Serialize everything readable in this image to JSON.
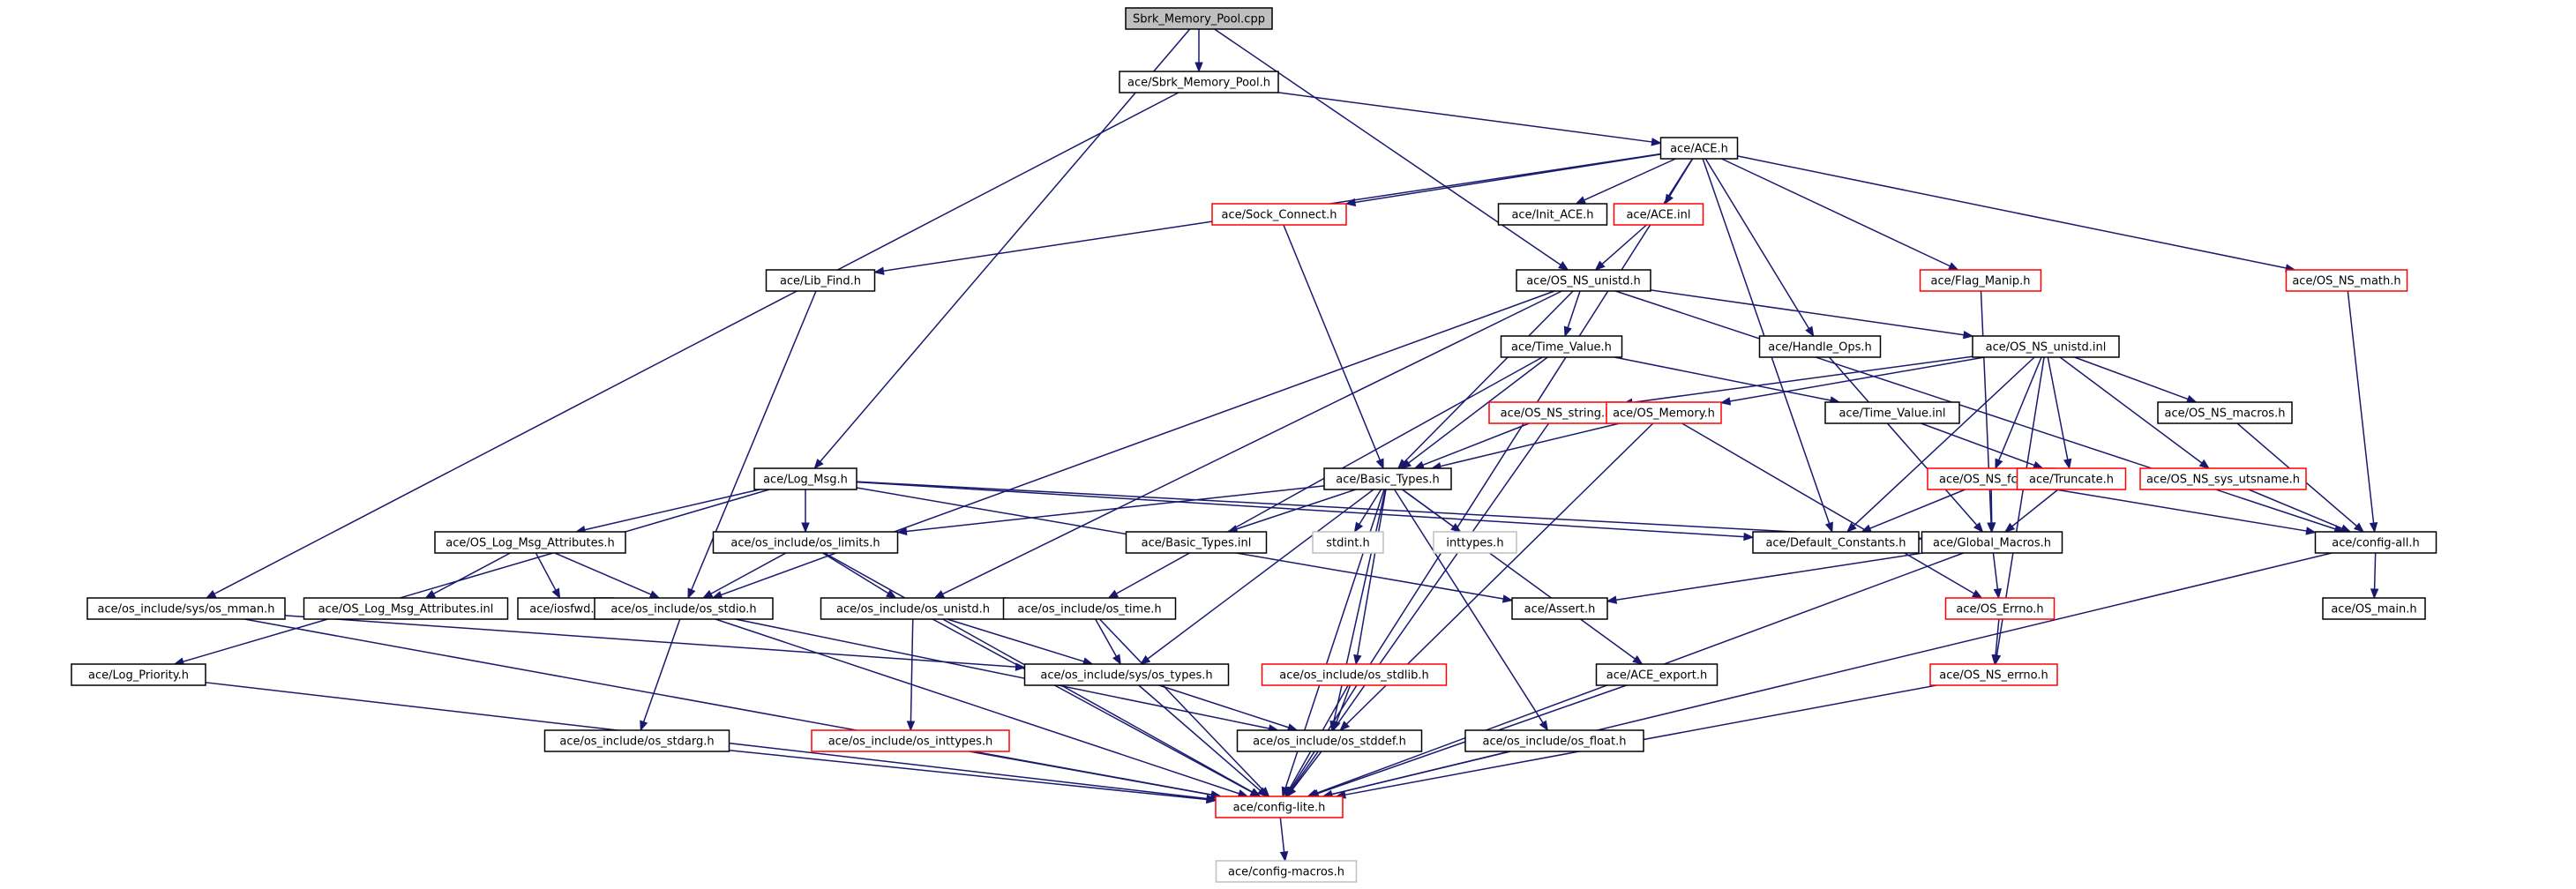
{
  "graph": {
    "colors": {
      "edge": "#191970",
      "root_fill": "#bfbfbf",
      "normal_border": "#000000",
      "red_border": "#ff0000",
      "grey_border": "#bfbfbf",
      "fill": "#ffffff"
    },
    "nodes": [
      {
        "id": "sbrk_cpp",
        "label": "Sbrk_Memory_Pool.cpp",
        "style": "root"
      },
      {
        "id": "sbrk_h",
        "label": "ace/Sbrk_Memory_Pool.h",
        "style": "normal"
      },
      {
        "id": "ace_h",
        "label": "ace/ACE.h",
        "style": "normal"
      },
      {
        "id": "sock_connect",
        "label": "ace/Sock_Connect.h",
        "style": "red"
      },
      {
        "id": "init_ace",
        "label": "ace/Init_ACE.h",
        "style": "normal"
      },
      {
        "id": "ace_inl",
        "label": "ace/ACE.inl",
        "style": "red"
      },
      {
        "id": "flag_manip",
        "label": "ace/Flag_Manip.h",
        "style": "red"
      },
      {
        "id": "os_ns_math",
        "label": "ace/OS_NS_math.h",
        "style": "red"
      },
      {
        "id": "lib_find",
        "label": "ace/Lib_Find.h",
        "style": "normal"
      },
      {
        "id": "os_ns_unistd_h",
        "label": "ace/OS_NS_unistd.h",
        "style": "normal"
      },
      {
        "id": "time_value_h",
        "label": "ace/Time_Value.h",
        "style": "normal"
      },
      {
        "id": "handle_ops",
        "label": "ace/Handle_Ops.h",
        "style": "normal"
      },
      {
        "id": "os_ns_unistd_inl",
        "label": "ace/OS_NS_unistd.inl",
        "style": "normal"
      },
      {
        "id": "os_ns_string",
        "label": "ace/OS_NS_string.h",
        "style": "red"
      },
      {
        "id": "os_memory",
        "label": "ace/OS_Memory.h",
        "style": "red"
      },
      {
        "id": "time_value_inl",
        "label": "ace/Time_Value.inl",
        "style": "normal"
      },
      {
        "id": "os_ns_macros",
        "label": "ace/OS_NS_macros.h",
        "style": "normal"
      },
      {
        "id": "log_msg",
        "label": "ace/Log_Msg.h",
        "style": "normal"
      },
      {
        "id": "basic_types_h",
        "label": "ace/Basic_Types.h",
        "style": "normal"
      },
      {
        "id": "os_ns_fcntl",
        "label": "ace/OS_NS_fcntl.h",
        "style": "red"
      },
      {
        "id": "truncate",
        "label": "ace/Truncate.h",
        "style": "red"
      },
      {
        "id": "os_ns_sys_utsname",
        "label": "ace/OS_NS_sys_utsname.h",
        "style": "red"
      },
      {
        "id": "os_log_msg_attr_h",
        "label": "ace/OS_Log_Msg_Attributes.h",
        "style": "normal"
      },
      {
        "id": "os_limits",
        "label": "ace/os_include/os_limits.h",
        "style": "normal"
      },
      {
        "id": "basic_types_inl",
        "label": "ace/Basic_Types.inl",
        "style": "normal"
      },
      {
        "id": "stdint",
        "label": "stdint.h",
        "style": "grey"
      },
      {
        "id": "inttypes",
        "label": "inttypes.h",
        "style": "grey"
      },
      {
        "id": "default_constants",
        "label": "ace/Default_Constants.h",
        "style": "normal"
      },
      {
        "id": "global_macros",
        "label": "ace/Global_Macros.h",
        "style": "normal"
      },
      {
        "id": "config_all",
        "label": "ace/config-all.h",
        "style": "normal"
      },
      {
        "id": "os_mman",
        "label": "ace/os_include/sys/os_mman.h",
        "style": "normal"
      },
      {
        "id": "os_log_msg_attr_inl",
        "label": "ace/OS_Log_Msg_Attributes.inl",
        "style": "normal"
      },
      {
        "id": "iosfwd",
        "label": "ace/iosfwd.h",
        "style": "normal"
      },
      {
        "id": "os_stdio",
        "label": "ace/os_include/os_stdio.h",
        "style": "normal"
      },
      {
        "id": "os_unistd",
        "label": "ace/os_include/os_unistd.h",
        "style": "normal"
      },
      {
        "id": "os_time",
        "label": "ace/os_include/os_time.h",
        "style": "normal"
      },
      {
        "id": "assert",
        "label": "ace/Assert.h",
        "style": "normal"
      },
      {
        "id": "os_errno",
        "label": "ace/OS_Errno.h",
        "style": "red"
      },
      {
        "id": "os_main",
        "label": "ace/OS_main.h",
        "style": "normal"
      },
      {
        "id": "log_priority",
        "label": "ace/Log_Priority.h",
        "style": "normal"
      },
      {
        "id": "os_types",
        "label": "ace/os_include/sys/os_types.h",
        "style": "normal"
      },
      {
        "id": "os_stdlib",
        "label": "ace/os_include/os_stdlib.h",
        "style": "red"
      },
      {
        "id": "ace_export",
        "label": "ace/ACE_export.h",
        "style": "normal"
      },
      {
        "id": "os_ns_errno",
        "label": "ace/OS_NS_errno.h",
        "style": "red"
      },
      {
        "id": "os_stdarg",
        "label": "ace/os_include/os_stdarg.h",
        "style": "normal"
      },
      {
        "id": "os_inttypes",
        "label": "ace/os_include/os_inttypes.h",
        "style": "red"
      },
      {
        "id": "os_stddef",
        "label": "ace/os_include/os_stddef.h",
        "style": "normal"
      },
      {
        "id": "os_float",
        "label": "ace/os_include/os_float.h",
        "style": "normal"
      },
      {
        "id": "config_lite",
        "label": "ace/config-lite.h",
        "style": "red"
      },
      {
        "id": "config_macros",
        "label": "ace/config-macros.h",
        "style": "grey"
      }
    ],
    "edges": [
      [
        "sbrk_cpp",
        "sbrk_h"
      ],
      [
        "sbrk_cpp",
        "log_msg"
      ],
      [
        "sbrk_cpp",
        "os_ns_unistd_h"
      ],
      [
        "sbrk_h",
        "ace_h"
      ],
      [
        "sbrk_h",
        "os_mman"
      ],
      [
        "ace_h",
        "sock_connect"
      ],
      [
        "ace_h",
        "init_ace"
      ],
      [
        "ace_h",
        "ace_inl"
      ],
      [
        "ace_h",
        "flag_manip"
      ],
      [
        "ace_h",
        "os_ns_math"
      ],
      [
        "ace_h",
        "lib_find"
      ],
      [
        "ace_h",
        "handle_ops"
      ],
      [
        "ace_h",
        "default_constants"
      ],
      [
        "ace_h",
        "config_lite"
      ],
      [
        "ace_inl",
        "os_ns_unistd_h"
      ],
      [
        "sock_connect",
        "basic_types_h"
      ],
      [
        "flag_manip",
        "global_macros"
      ],
      [
        "os_ns_math",
        "config_all"
      ],
      [
        "lib_find",
        "os_stdio"
      ],
      [
        "os_ns_unistd_h",
        "time_value_h"
      ],
      [
        "os_ns_unistd_h",
        "os_ns_unistd_inl"
      ],
      [
        "os_ns_unistd_h",
        "basic_types_h"
      ],
      [
        "os_ns_unistd_h",
        "os_stdio"
      ],
      [
        "os_ns_unistd_h",
        "os_unistd"
      ],
      [
        "os_ns_unistd_h",
        "config_all"
      ],
      [
        "handle_ops",
        "global_macros"
      ],
      [
        "time_value_h",
        "time_value_inl"
      ],
      [
        "time_value_h",
        "basic_types_h"
      ],
      [
        "time_value_h",
        "os_time"
      ],
      [
        "os_ns_unistd_inl",
        "os_ns_string"
      ],
      [
        "os_ns_unistd_inl",
        "os_memory"
      ],
      [
        "os_ns_unistd_inl",
        "os_ns_macros"
      ],
      [
        "os_ns_unistd_inl",
        "os_ns_fcntl"
      ],
      [
        "os_ns_unistd_inl",
        "truncate"
      ],
      [
        "os_ns_unistd_inl",
        "os_ns_sys_utsname"
      ],
      [
        "os_ns_unistd_inl",
        "default_constants"
      ],
      [
        "os_ns_unistd_inl",
        "os_ns_errno"
      ],
      [
        "time_value_inl",
        "truncate"
      ],
      [
        "os_ns_string",
        "basic_types_h"
      ],
      [
        "os_ns_string",
        "config_lite"
      ],
      [
        "os_memory",
        "basic_types_h"
      ],
      [
        "os_memory",
        "os_errno"
      ],
      [
        "os_memory",
        "os_stddef"
      ],
      [
        "os_ns_macros",
        "config_all"
      ],
      [
        "log_msg",
        "os_log_msg_attr_h"
      ],
      [
        "log_msg",
        "os_limits"
      ],
      [
        "log_msg",
        "default_constants"
      ],
      [
        "log_msg",
        "global_macros"
      ],
      [
        "log_msg",
        "log_priority"
      ],
      [
        "log_msg",
        "assert"
      ],
      [
        "basic_types_h",
        "basic_types_inl"
      ],
      [
        "basic_types_h",
        "stdint"
      ],
      [
        "basic_types_h",
        "inttypes"
      ],
      [
        "basic_types_h",
        "os_limits"
      ],
      [
        "basic_types_h",
        "os_types"
      ],
      [
        "basic_types_h",
        "os_stdlib"
      ],
      [
        "basic_types_h",
        "ace_export"
      ],
      [
        "basic_types_h",
        "os_float"
      ],
      [
        "basic_types_h",
        "os_stddef"
      ],
      [
        "basic_types_h",
        "config_lite"
      ],
      [
        "os_ns_fcntl",
        "default_constants"
      ],
      [
        "os_ns_fcntl",
        "global_macros"
      ],
      [
        "os_ns_fcntl",
        "config_all"
      ],
      [
        "truncate",
        "global_macros"
      ],
      [
        "os_ns_sys_utsname",
        "config_all"
      ],
      [
        "os_log_msg_attr_h",
        "os_log_msg_attr_inl"
      ],
      [
        "os_log_msg_attr_h",
        "iosfwd"
      ],
      [
        "os_log_msg_attr_h",
        "os_stdio"
      ],
      [
        "os_limits",
        "os_stdio"
      ],
      [
        "os_limits",
        "os_unistd"
      ],
      [
        "os_limits",
        "config_lite"
      ],
      [
        "global_macros",
        "assert"
      ],
      [
        "global_macros",
        "os_errno"
      ],
      [
        "global_macros",
        "config_lite"
      ],
      [
        "config_all",
        "os_main"
      ],
      [
        "config_all",
        "config_lite"
      ],
      [
        "os_mman",
        "os_types"
      ],
      [
        "os_mman",
        "config_lite"
      ],
      [
        "os_stdio",
        "os_stdarg"
      ],
      [
        "os_stdio",
        "os_stddef"
      ],
      [
        "os_stdio",
        "config_lite"
      ],
      [
        "os_unistd",
        "os_types"
      ],
      [
        "os_unistd",
        "os_inttypes"
      ],
      [
        "os_unistd",
        "config_lite"
      ],
      [
        "os_time",
        "os_types"
      ],
      [
        "os_time",
        "config_lite"
      ],
      [
        "os_errno",
        "os_ns_errno"
      ],
      [
        "log_priority",
        "config_lite"
      ],
      [
        "os_types",
        "os_stddef"
      ],
      [
        "os_types",
        "config_lite"
      ],
      [
        "os_stdlib",
        "os_stddef"
      ],
      [
        "os_stdlib",
        "config_lite"
      ],
      [
        "ace_export",
        "config_lite"
      ],
      [
        "os_ns_errno",
        "config_lite"
      ],
      [
        "os_stdarg",
        "config_lite"
      ],
      [
        "os_inttypes",
        "config_lite"
      ],
      [
        "os_stddef",
        "config_lite"
      ],
      [
        "os_float",
        "config_lite"
      ],
      [
        "config_lite",
        "config_macros"
      ]
    ]
  }
}
